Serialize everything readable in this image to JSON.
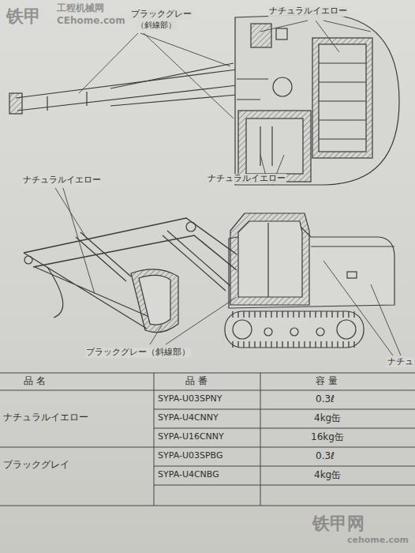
{
  "diagram": {
    "labels": [
      "ブラックグレー",
      "（斜線部）",
      "ナチュラルイエロー",
      "ナチュラルイエロー",
      "ナチュラルイエロー",
      "ブラックグレー（斜線部）",
      "ナチュ",
      "品 名",
      "品 番",
      "容 量",
      "ナチュラルイエロー",
      "SYPA-U03SPNY",
      "0.3ℓ",
      "SYPA-U4CNNY",
      "4kg缶",
      "SYPA-U16CNNY",
      "16kg缶",
      "ブラックグレイ",
      "SYPA-U03SPBG",
      "0.3ℓ",
      "SYPA-U4CNBG",
      "4kg缶",
      "铁甲",
      "工程机械网",
      "CEhome.com",
      "铁甲网",
      "cehome.com"
    ]
  }
}
